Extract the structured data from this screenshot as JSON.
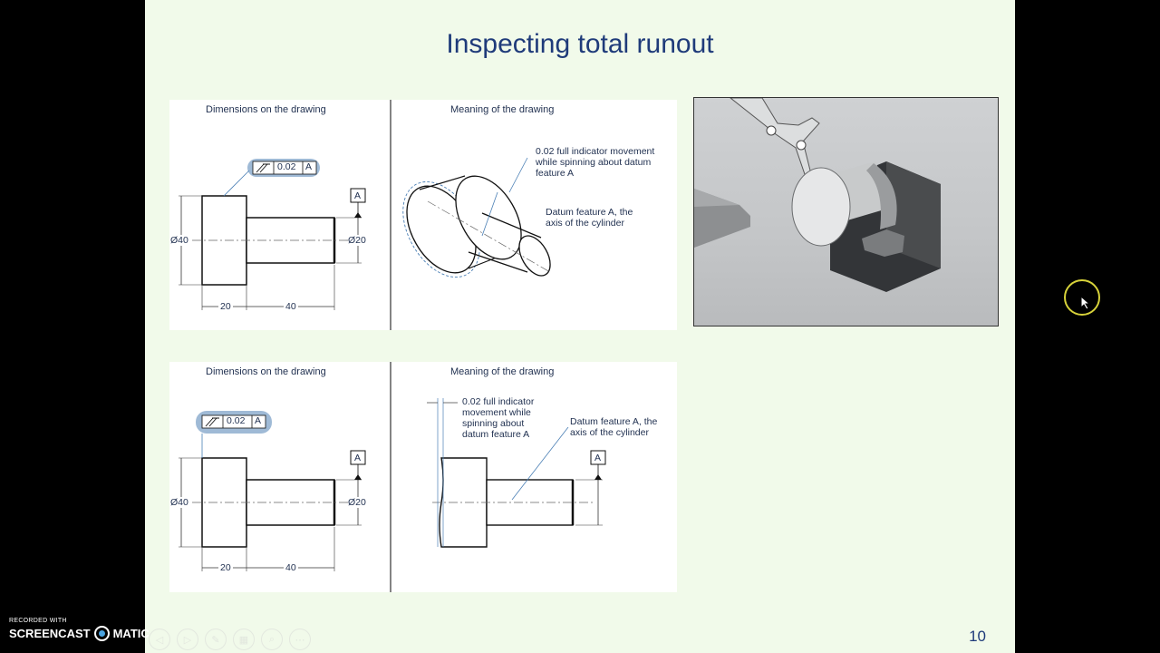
{
  "slide": {
    "title": "Inspecting total runout",
    "page_number": "10"
  },
  "drawing_top": {
    "left_caption": "Dimensions on the drawing",
    "right_caption": "Meaning of the drawing",
    "tolerance_value": "0.02",
    "datum_ref": "A",
    "datum_label": "A",
    "dim_large_dia": "Ø40",
    "dim_small_dia": "Ø20",
    "dim_len_1": "20",
    "dim_len_2": "40",
    "note_fim": "0.02 full indicator movement while spinning about datum feature A",
    "note_datum": "Datum feature A, the axis of the cylinder"
  },
  "drawing_bottom": {
    "left_caption": "Dimensions on the drawing",
    "right_caption": "Meaning of the drawing",
    "tolerance_value": "0.02",
    "datum_ref": "A",
    "datum_label": "A",
    "datum_label_right": "A",
    "dim_large_dia": "Ø40",
    "dim_small_dia": "Ø20",
    "dim_len_1": "20",
    "dim_len_2": "40",
    "note_fim": "0.02 full indicator movement while spinning about datum feature A",
    "note_datum": "Datum feature A, the axis of the cylinder"
  },
  "watermark": {
    "line1": "RECORDED WITH",
    "brand_left": "SCREENCAST",
    "brand_right": "MATIC"
  },
  "toolbar": {
    "icons": [
      "prev-icon",
      "next-icon",
      "pen-icon",
      "slides-icon",
      "zoom-icon",
      "more-icon"
    ],
    "prev": "◁",
    "next": "▷",
    "pen": "✎",
    "slides": "▦",
    "zoom": "⌕",
    "more": "⋯"
  }
}
